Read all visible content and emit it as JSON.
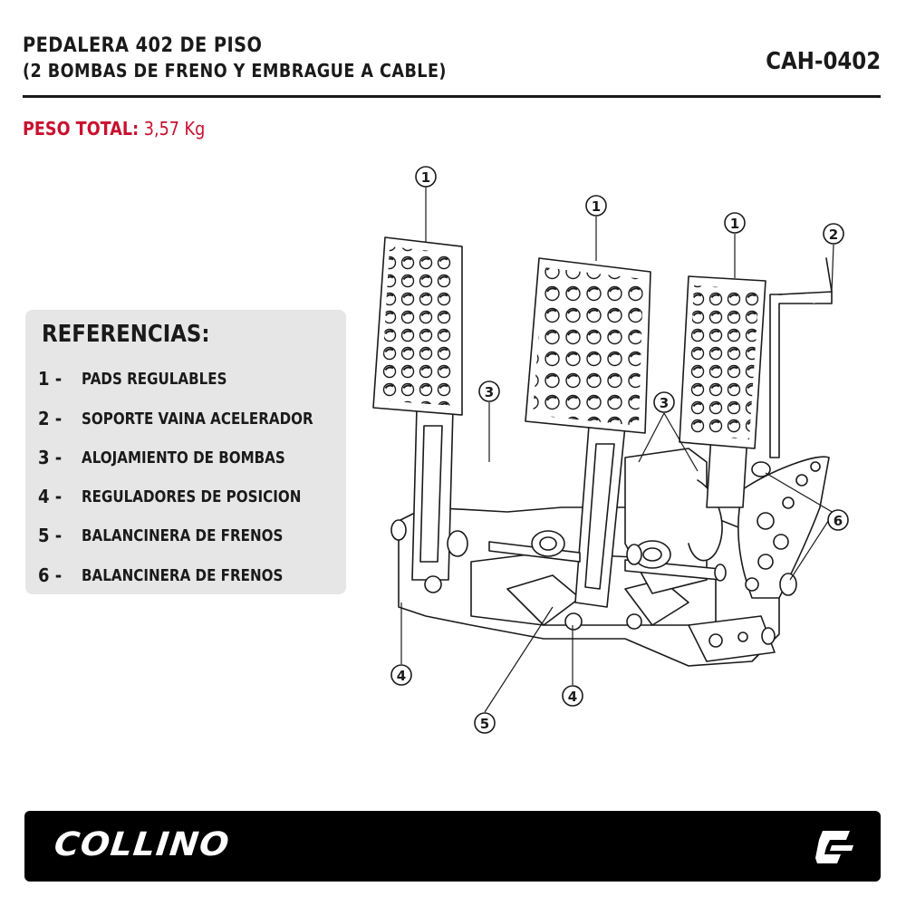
{
  "header": {
    "title": "PEDALERA 402 DE PISO",
    "subtitle": "(2 BOMBAS DE FRENO Y EMBRAGUE A CABLE)",
    "code": "CAH-0402"
  },
  "weight": {
    "label": "PESO TOTAL:",
    "value": " 3,57 Kg"
  },
  "references": {
    "title": "REFERENCIAS:",
    "items": [
      {
        "num": "1 -",
        "text": "PADS REGULABLES"
      },
      {
        "num": "2 -",
        "text": "SOPORTE VAINA ACELERADOR"
      },
      {
        "num": "3 -",
        "text": "ALOJAMIENTO DE BOMBAS"
      },
      {
        "num": "4 -",
        "text": "REGULADORES DE POSICION"
      },
      {
        "num": "5 -",
        "text": "BALANCINERA DE FRENOS"
      },
      {
        "num": "6 -",
        "text": "BALANCINERA DE FRENOS"
      }
    ]
  },
  "callouts": [
    "1",
    "1",
    "1",
    "2",
    "3",
    "3",
    "4",
    "4",
    "5",
    "6"
  ],
  "footer": {
    "brand": "COLLINO"
  },
  "colors": {
    "accent": "#c8102e",
    "text": "#1a1a1a",
    "panel": "#e6e6e6",
    "footer": "#000000"
  }
}
